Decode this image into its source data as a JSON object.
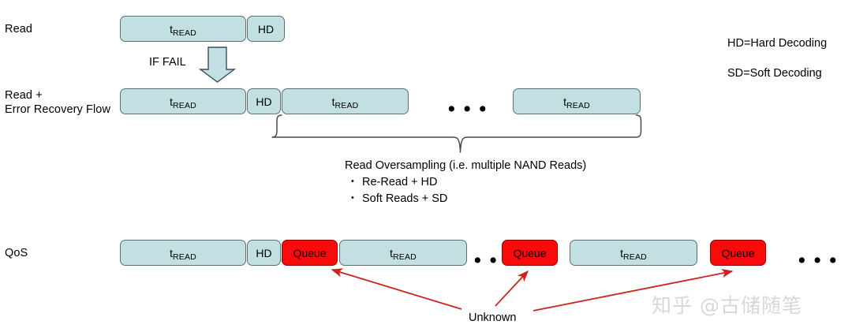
{
  "legend": {
    "line1": "HD=Hard Decoding",
    "line2": "SD=Soft Decoding"
  },
  "rows": [
    {
      "label": "Read"
    },
    {
      "label": "Read +\nError Recovery Flow"
    },
    {
      "label": "QoS"
    }
  ],
  "labels": {
    "t_read": "t",
    "t_read_sub": "READ",
    "hd": "HD",
    "queue": "Queue",
    "if_fail": "IF FAIL",
    "ellipsis": "• • •",
    "unknown": "Unknown"
  },
  "caption": {
    "title": "Read Oversampling (i.e. multiple NAND Reads)",
    "bullets": [
      "Re-Read + HD",
      "Soft Reads + SD"
    ]
  },
  "watermark": {
    "text": "知乎 @古储随笔"
  },
  "colors": {
    "read_fill": "#c2dfe1",
    "read_stroke": "#5a7070",
    "queue_fill": "#fa0a0a",
    "queue_stroke": "#8c0505",
    "arrow_red": "#cc2222",
    "brace_stroke": "#444444",
    "if_fail_arrow_fill": "#c2dfe1",
    "if_fail_arrow_stroke": "#3c4a63"
  }
}
